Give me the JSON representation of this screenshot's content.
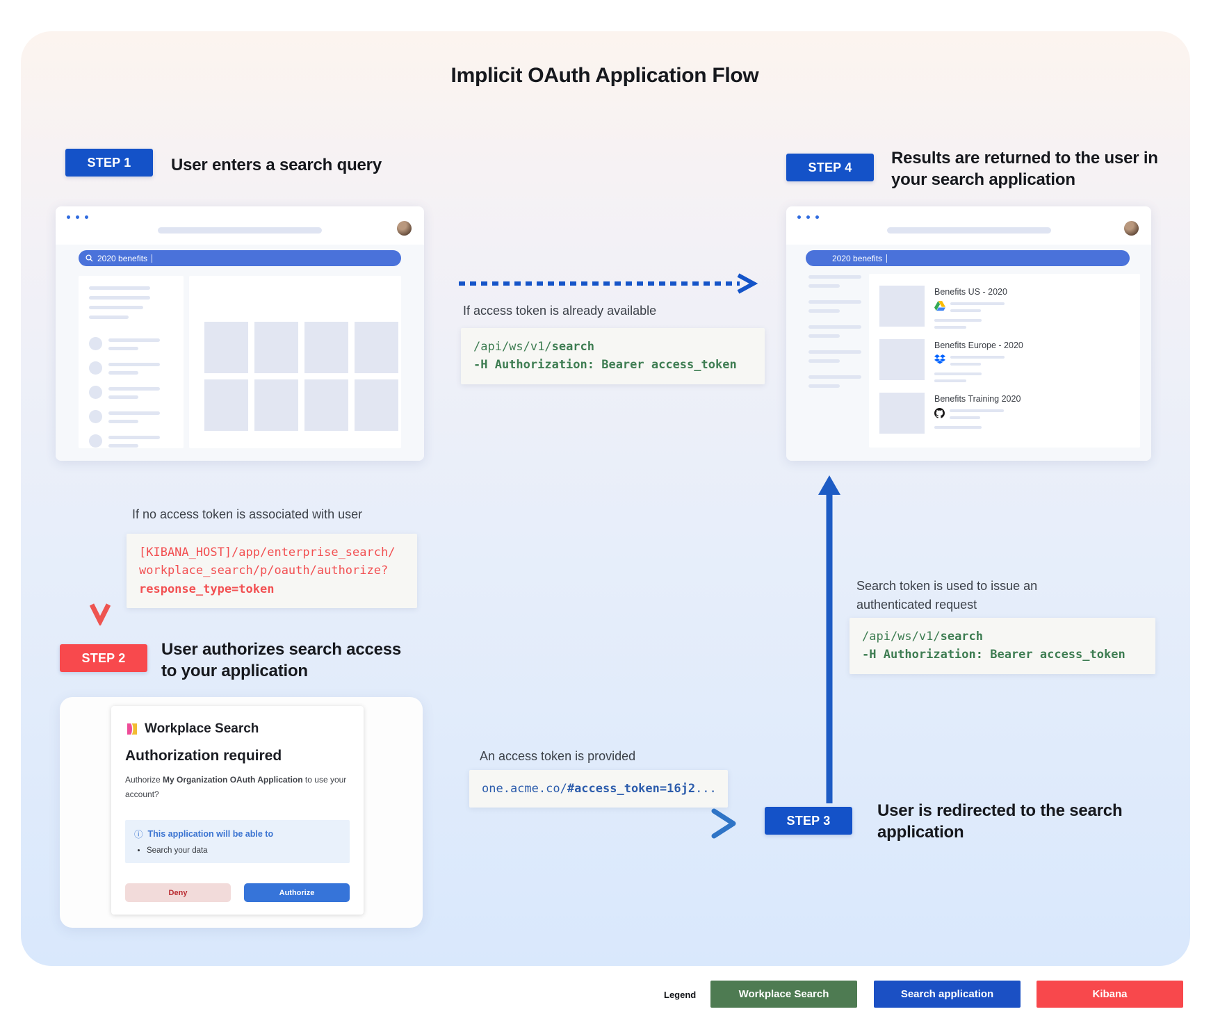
{
  "title": "Implicit OAuth Application Flow",
  "colors": {
    "step_blue": "#1452c8",
    "step_red": "#f8494d",
    "search_pill_blue": "#4a72da",
    "code_green": "#3e7d52",
    "code_red": "#f25052",
    "code_blue": "#2c5cac",
    "legend_green": "#4e7b52",
    "legend_blue": "#1b50c4",
    "legend_red": "#f8484c"
  },
  "steps": {
    "step1": {
      "badge": "STEP 1",
      "heading": "User enters a search query"
    },
    "step2": {
      "badge": "STEP 2",
      "heading": "User authorizes search access to your application"
    },
    "step3": {
      "badge": "STEP 3",
      "heading": "User is redirected to the search application"
    },
    "step4": {
      "badge": "STEP 4",
      "heading": "Results are returned to the user in your search application"
    }
  },
  "browser1": {
    "search_query": "2020 benefits"
  },
  "browser2": {
    "search_query": "2020 benefits",
    "results": [
      {
        "title": "Benefits US - 2020",
        "source_icon": "google-drive-icon"
      },
      {
        "title": "Benefits Europe - 2020",
        "source_icon": "dropbox-icon"
      },
      {
        "title": "Benefits Training 2020",
        "source_icon": "github-icon"
      }
    ]
  },
  "annotations": {
    "token_available": {
      "label": "If access token is already available",
      "code": {
        "line1_pre": "/api/ws/v1/",
        "line1_bold": "search",
        "line2": "-H Authorization: Bearer access_token"
      }
    },
    "no_token": {
      "label": "If no access token is associated with user",
      "code": {
        "line1": "[KIBANA_HOST]/app/enterprise_search/",
        "line2": "workplace_search/p/oauth/authorize?",
        "line3": "response_type=token"
      }
    },
    "token_provided": {
      "label": "An access token is provided",
      "code": {
        "pre": "one.acme.co/",
        "bold": "#access_token=16j2",
        "ellipsis": "..."
      }
    },
    "authenticated_request": {
      "label": "Search token is used to issue an authenticated request",
      "code": {
        "line1_pre": "/api/ws/v1/",
        "line1_bold": "search",
        "line2": "-H Authorization: Bearer access_token"
      }
    }
  },
  "auth_dialog": {
    "app_name": "Workplace Search",
    "heading": "Authorization required",
    "body_pre": "Authorize ",
    "body_bold": "My Organization OAuth Application",
    "body_post": " to use your account?",
    "info_icon": "ⓘ",
    "scope_heading": "This application will be able to",
    "scope_item": "Search your data",
    "deny_label": "Deny",
    "authorize_label": "Authorize"
  },
  "legend": {
    "label": "Legend",
    "items": [
      {
        "label": "Workplace Search",
        "color": "#4e7b52"
      },
      {
        "label": "Search application",
        "color": "#1b50c4"
      },
      {
        "label": "Kibana",
        "color": "#f8484c"
      }
    ]
  }
}
